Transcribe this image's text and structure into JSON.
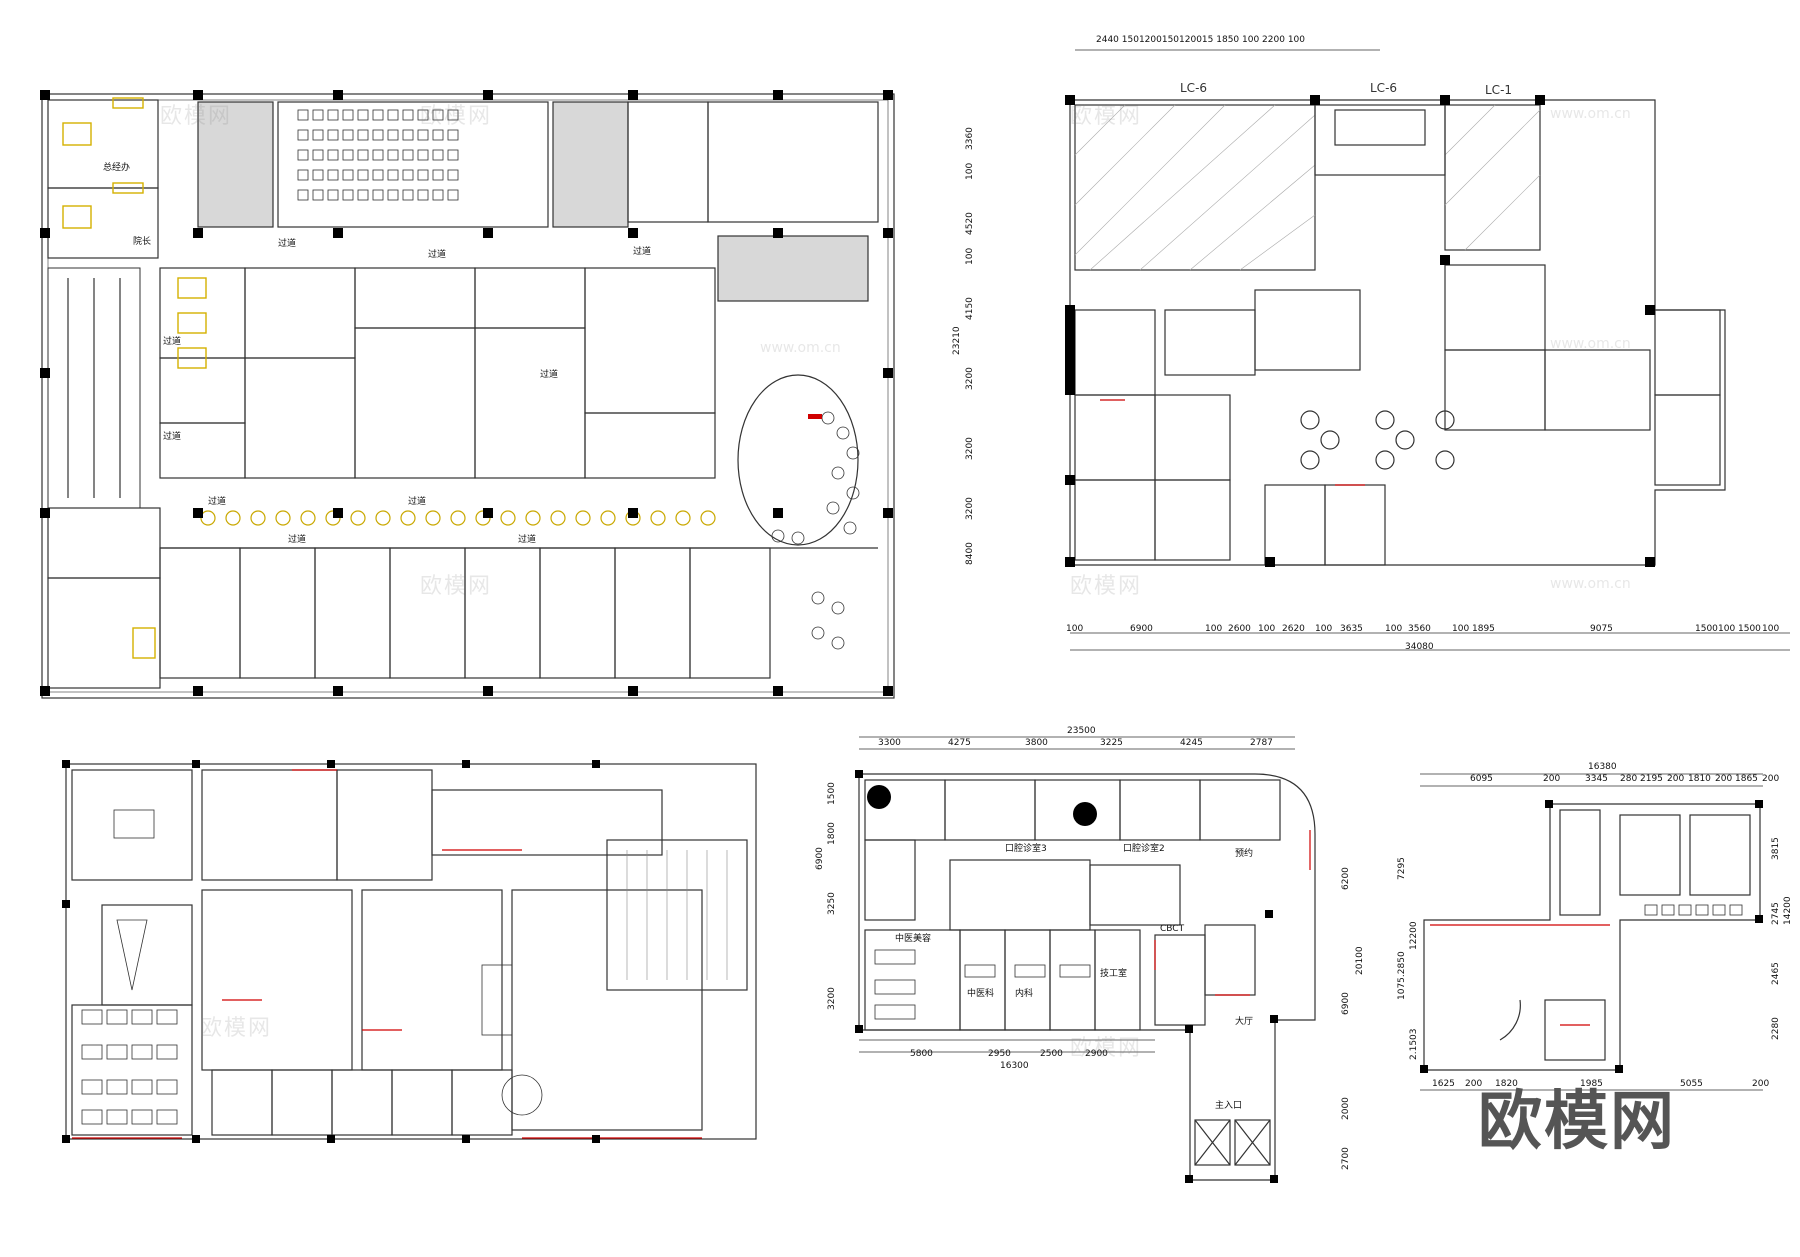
{
  "brand": "欧模网",
  "watermark": {
    "cn": "欧模网",
    "url": "www.om.cn"
  },
  "plan_a": {
    "rooms": [
      "总经办",
      "院长",
      "过道",
      "过道",
      "过道",
      "过道",
      "过道",
      "过道",
      "过道",
      "过道",
      "过道",
      "过道"
    ]
  },
  "plan_b": {
    "lc_labels": [
      "LC-6",
      "LC-6",
      "LC-1"
    ],
    "top_dims": "2440 1501200150120015 1850 100 2200 100",
    "left_dims": [
      "3360",
      "100",
      "4520",
      "100",
      "4150",
      "23210",
      "3200",
      "3200",
      "3200",
      "8400"
    ],
    "bottom_dims": [
      "100",
      "6900",
      "100",
      "2600",
      "100",
      "2620",
      "100",
      "3635",
      "100",
      "3560",
      "100",
      "1895",
      "9075",
      "1500",
      "100",
      "1500",
      "100"
    ],
    "total": "34080"
  },
  "plan_d": {
    "top_total": "23500",
    "top_dims": [
      "3300",
      "4275",
      "3800",
      "3225",
      "4245",
      "2787"
    ],
    "rooms": [
      "口腔诊室3",
      "口腔诊室2",
      "中医美容",
      "中医科",
      "内科",
      "技工室",
      "CBCT",
      "大厅",
      "主入口",
      "预约"
    ],
    "bottom_dims": [
      "5800",
      "2950",
      "2500",
      "2900"
    ],
    "bottom_total": "16300",
    "left_dims": [
      "1500",
      "1800",
      "3250",
      "6900",
      "3200"
    ],
    "right_dims": [
      "6200",
      "20100",
      "6900",
      "2000",
      "2700"
    ]
  },
  "plan_e": {
    "top_total": "16380",
    "top_dims": [
      "6095",
      "200",
      "3345",
      "280",
      "2195",
      "200",
      "1810",
      "200",
      "1865",
      "200"
    ],
    "bottom_dims": [
      "1625",
      "200",
      "1820",
      "1985",
      "5055",
      "200"
    ],
    "right_dims": [
      "3815",
      "2745",
      "14200",
      "2465",
      "2280"
    ],
    "left_dims": [
      "7295",
      "12200",
      "1075.2850",
      "2.1503"
    ]
  }
}
